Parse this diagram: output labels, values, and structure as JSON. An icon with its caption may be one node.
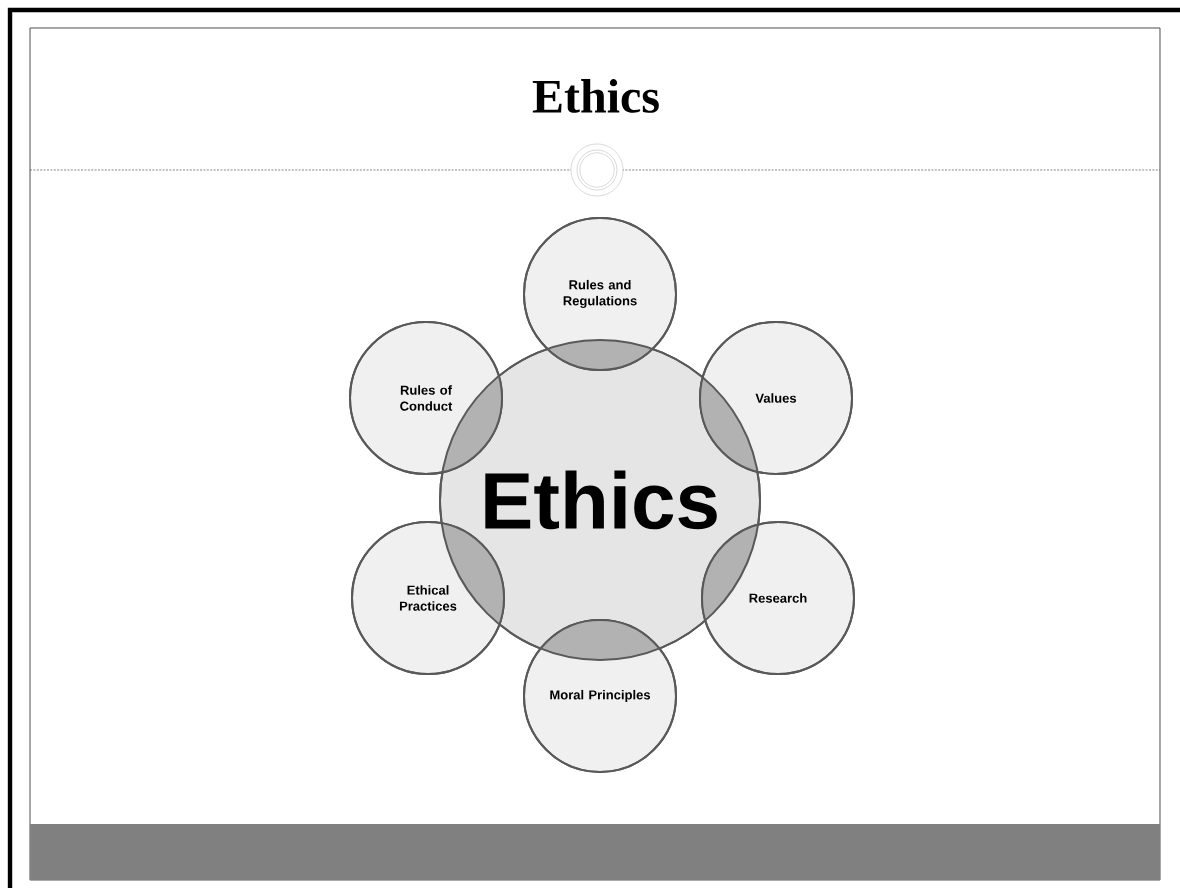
{
  "diagram": {
    "title": "Ethics",
    "nodes": [
      {
        "text": [
          "Ethics"
        ]
      },
      {
        "text": [
          "Rules and Regulations"
        ]
      },
      {
        "text": [
          "Values"
        ]
      },
      {
        "text": [
          "Research"
        ]
      },
      {
        "text": [
          "Moral Principles"
        ]
      },
      {
        "text": [
          "Ethical Practices"
        ]
      },
      {
        "text": [
          "Rules of Conduct"
        ]
      }
    ]
  }
}
